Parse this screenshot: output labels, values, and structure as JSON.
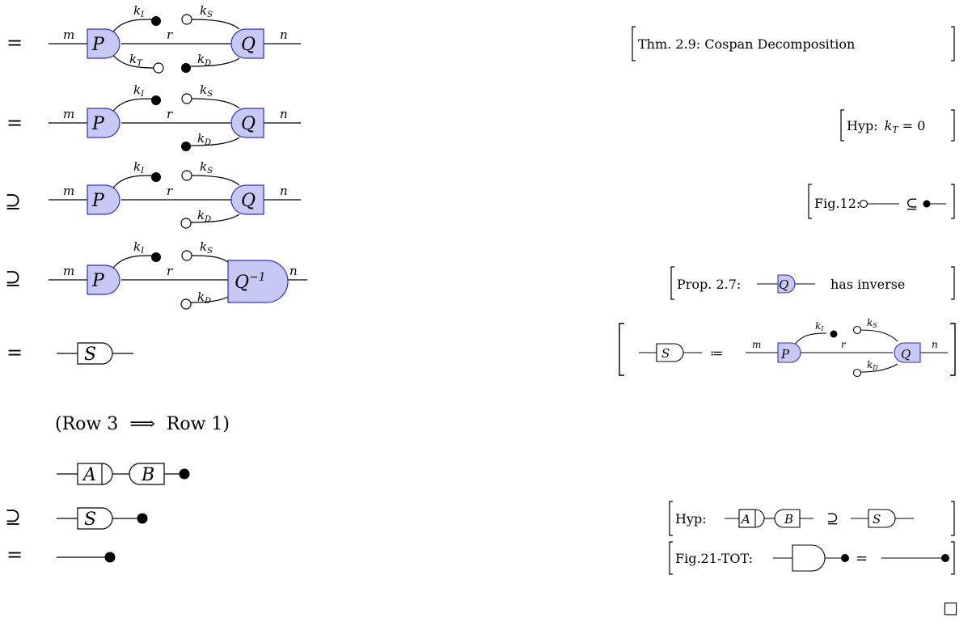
{
  "rel": {
    "eq": "=",
    "supeq": "⊇",
    "subeq": "⊆",
    "defeq": "≔",
    "implies": "⟹"
  },
  "wires": {
    "m": "m",
    "n": "n",
    "r": "r",
    "kI": "k",
    "kI_sub": "I",
    "kS": "k",
    "kS_sub": "S",
    "kT": "k",
    "kT_sub": "T",
    "kD": "k",
    "kD_sub": "D"
  },
  "boxes": {
    "P": "P",
    "Q": "Q",
    "Qinv": "Q",
    "Qinv_sup": "−1",
    "S": "S",
    "A": "A",
    "B": "B"
  },
  "justifications": {
    "row1": "Thm. 2.9: Cospan Decomposition",
    "row2_prefix": "Hyp:",
    "row2_math": "k",
    "row2_sub": "T",
    "row2_rest": " = 0",
    "row3_prefix": "Fig.12:",
    "row4_prefix": "Prop. 2.7:",
    "row4_suffix": "has inverse",
    "row7_prefix": "Hyp:",
    "row8_prefix": "Fig.21-TOT:"
  },
  "case_heading": {
    "open": "(Row 3",
    "close": "Row 1)"
  },
  "qed": "□",
  "colors": {
    "box_fill": "#c8c8f5",
    "box_stroke": "#3030c0",
    "ink": "#000000"
  }
}
